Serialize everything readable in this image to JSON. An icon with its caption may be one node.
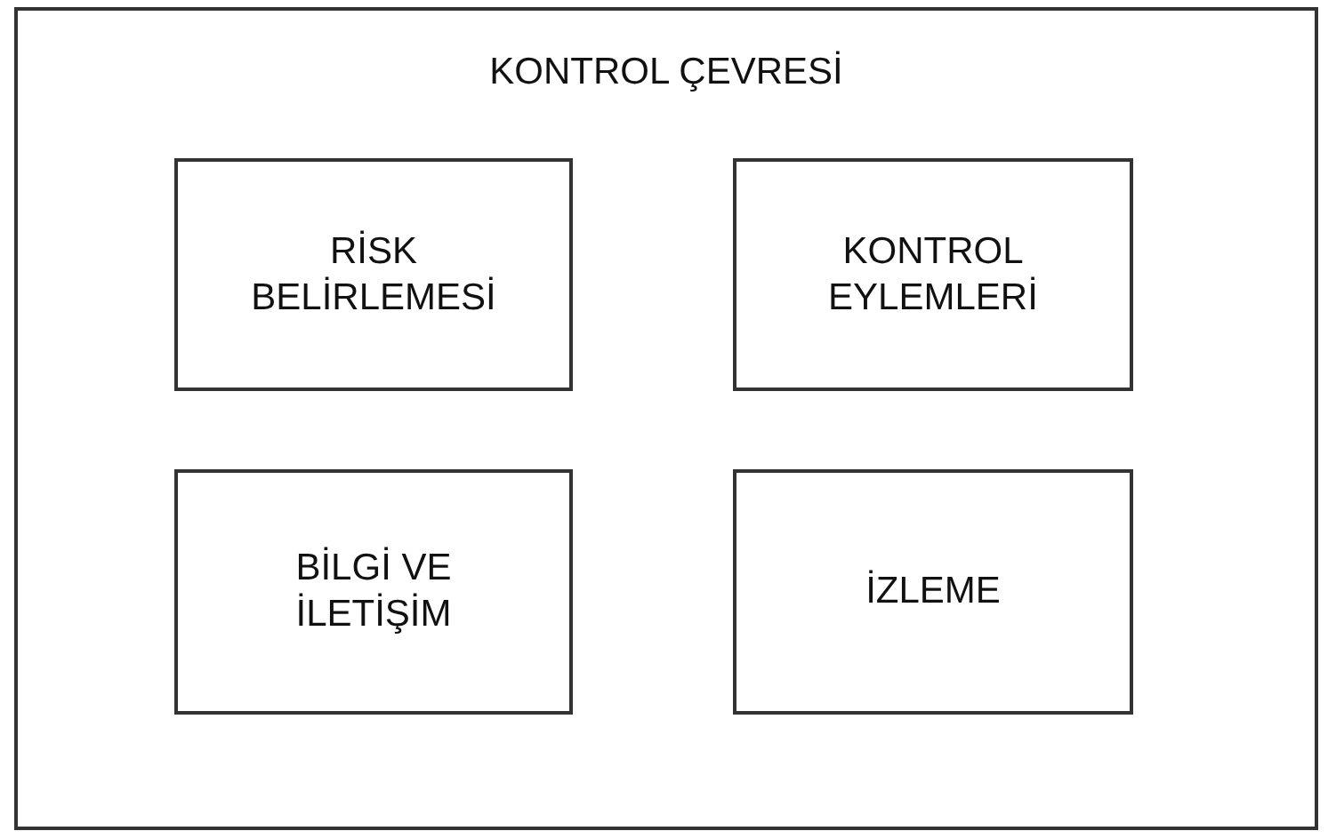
{
  "diagram": {
    "nodes": [
      {
        "text": [
          "KONTROL ÇEVRESİ"
        ]
      },
      {
        "text": [
          "RİSK BELİRLEMESİ"
        ],
        "in": 0
      },
      {
        "text": [
          "KONTROL EYLEMLERİ"
        ],
        "in": 0
      },
      {
        "text": [
          "BİLGİ VE İLETİŞİM"
        ],
        "in": 0
      },
      {
        "text": [
          "İZLEME"
        ],
        "in": 0
      }
    ]
  }
}
